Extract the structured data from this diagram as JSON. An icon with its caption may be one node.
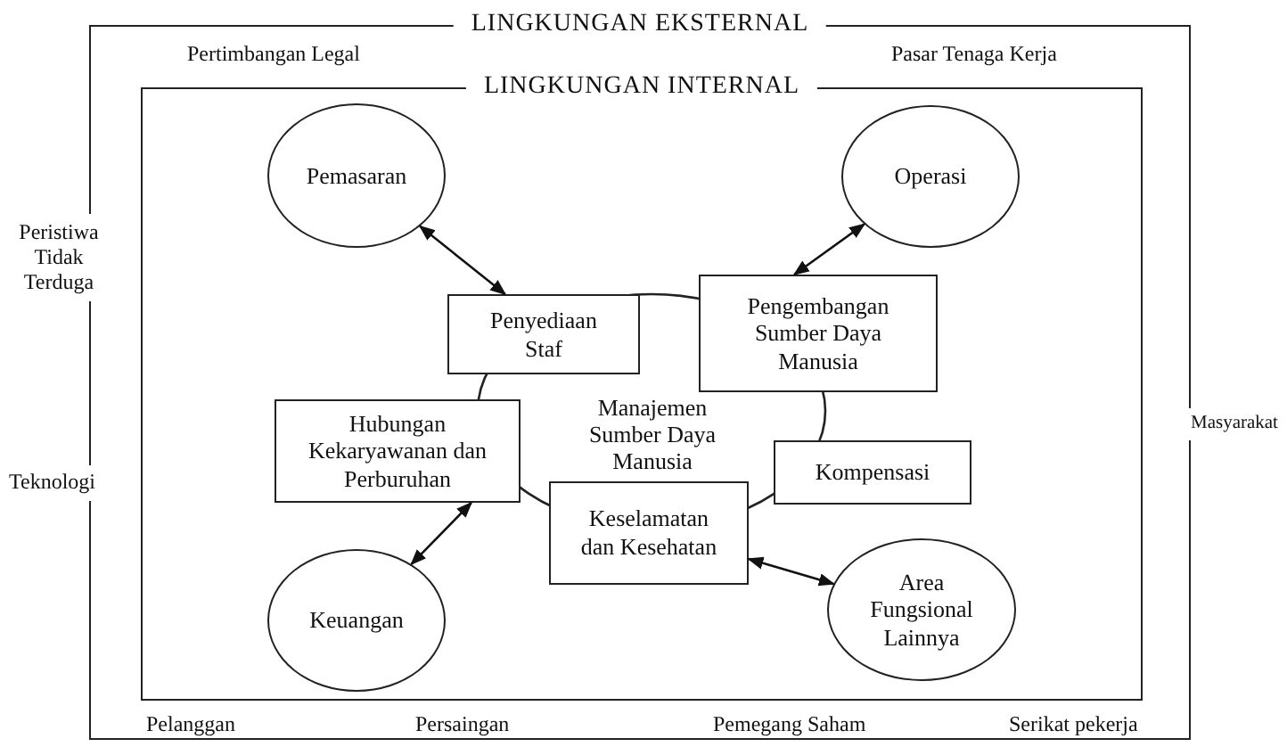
{
  "diagram": {
    "nodes": [
      {
        "text": [
          "LINGKUNGAN EKSTERNAL"
        ]
      },
      {
        "text": [
          "LINGKUNGAN INTERNAL"
        ],
        "in": 0
      },
      {
        "text": [
          "Pemasaran"
        ],
        "in": 1
      },
      {
        "text": [
          "Operasi"
        ],
        "in": 1
      },
      {
        "text": [
          "Manajemen Sumber Daya Manusia"
        ],
        "in": 1
      },
      {
        "text": [
          "Penyediaan Staf"
        ],
        "in": 1
      },
      {
        "text": [
          "Pengembangan Sumber Daya Manusia"
        ],
        "in": 1
      },
      {
        "text": [
          "Hubungan Kekaryawanan dan Perburuhan"
        ],
        "in": 1
      },
      {
        "text": [
          "Kompensasi"
        ],
        "in": 1
      },
      {
        "text": [
          "Keselamatan dan Kesehatan"
        ],
        "in": 1
      },
      {
        "text": [
          "Keuangan"
        ],
        "in": 1
      },
      {
        "text": [
          "Area Fungsional Lainnya"
        ],
        "in": 1
      }
    ],
    "edges": [
      {
        "from": 2,
        "to": 5,
        "arrow": "both"
      },
      {
        "from": 3,
        "to": 6,
        "arrow": "both"
      },
      {
        "from": 10,
        "to": 7,
        "arrow": "both"
      },
      {
        "from": 11,
        "to": 9,
        "arrow": "both"
      }
    ],
    "labels": [
      "Pertimbangan Legal",
      "Pasar Tenaga Kerja",
      "Peristiwa Tidak Terduga",
      "Masyarakat",
      "Teknologi",
      "Pelanggan",
      "Persaingan",
      "Pemegang Saham",
      "Serikat pekerja"
    ]
  }
}
